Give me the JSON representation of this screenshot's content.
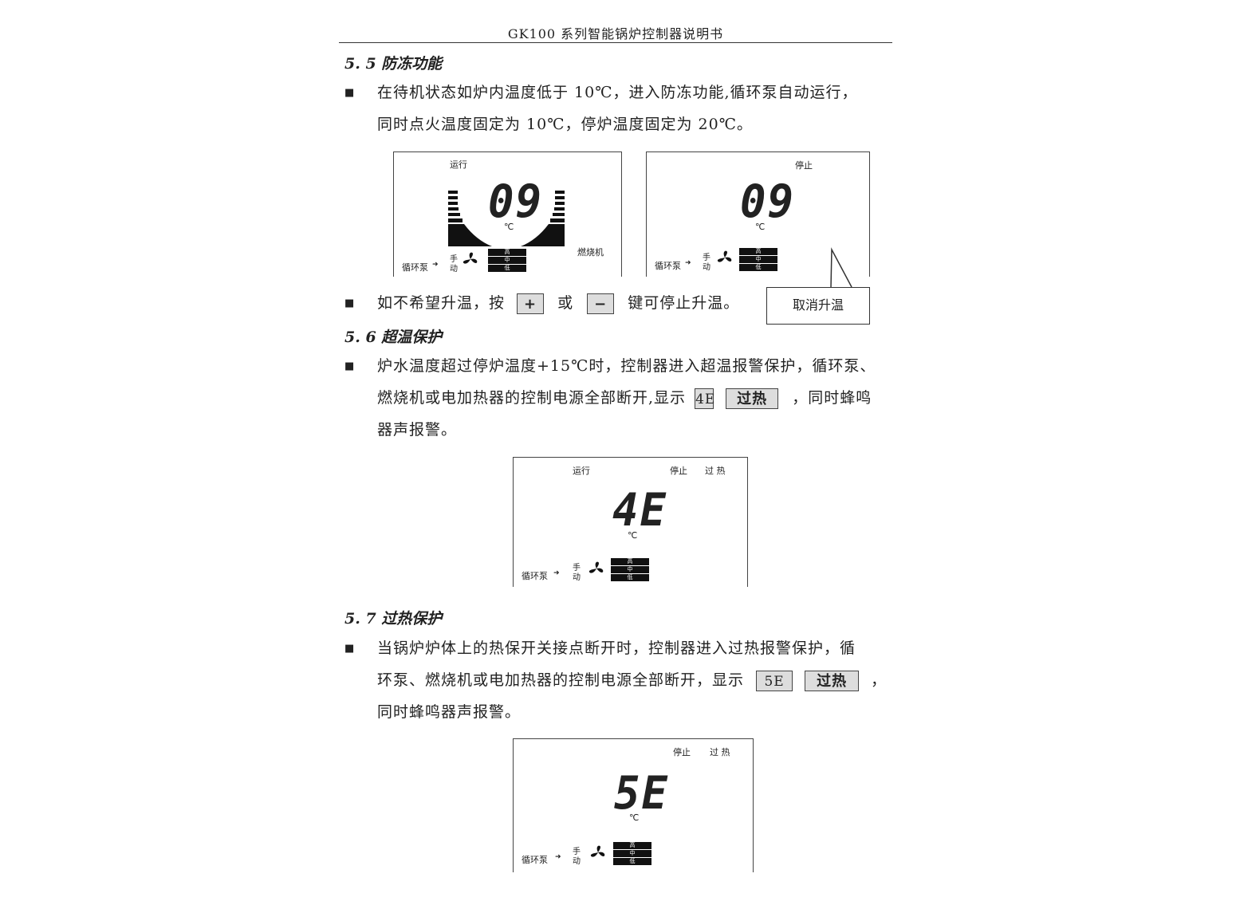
{
  "header": {
    "title": "GK100 系列智能锅炉控制器说明书"
  },
  "bullet_symbol": "■",
  "fan_icon": "fan-icon",
  "sections": {
    "s55": {
      "heading": "5. 5 防冻功能",
      "p1_line1": "在待机状态如炉内温度低于 10℃，进入防冻功能,循环泵自动运行，",
      "p1_line2": "同时点火温度固定为 10℃，停炉温度固定为 20℃。",
      "p2_a": "如不希望升温，按",
      "p2_key_plus": "+",
      "p2_or": "或",
      "p2_key_minus": "−",
      "p2_b": "键可停止升温。",
      "callout": "取消升温"
    },
    "s56": {
      "heading": "5. 6 超温保护",
      "line1": "炉水温度超过停炉温度+15℃时，控制器进入超温报警保护，循环泵、",
      "line2_a": "燃烧机或电加热器的控制电源全部断开,显示",
      "code": "4E",
      "key_label": "过热",
      "line2_b": "，同时蜂鸣",
      "line3": "器声报警。"
    },
    "s57": {
      "heading": "5. 7 过热保护",
      "line1": "当锅炉炉体上的热保开关接点断开时，控制器进入过热报警保护，循",
      "line2_a": "环泵、燃烧机或电加热器的控制电源全部断开，显示",
      "code": "5E",
      "key_label": "过热",
      "line2_b": "，",
      "line3": "同时蜂鸣器声报警。"
    }
  },
  "lcd": {
    "d1": {
      "top_label": "运行",
      "digits": "09",
      "unit": "℃",
      "pump": "循环泵",
      "manual_1": "手",
      "manual_2": "动",
      "burner": "燃烧机",
      "levels": [
        "高",
        "中",
        "低"
      ]
    },
    "d2": {
      "top_label": "停止",
      "digits": "09",
      "unit": "℃",
      "pump": "循环泵",
      "manual_1": "手",
      "manual_2": "动",
      "levels": [
        "高",
        "中",
        "低"
      ]
    },
    "d3": {
      "top_label_1": "运行",
      "top_label_2": "停止",
      "top_label_3": "过 热",
      "digits": "4E",
      "unit": "℃",
      "pump": "循环泵",
      "manual_1": "手",
      "manual_2": "动",
      "levels": [
        "高",
        "中",
        "低"
      ]
    },
    "d4": {
      "top_label_2": "停止",
      "top_label_3": "过 热",
      "digits": "5E",
      "unit": "℃",
      "pump": "循环泵",
      "manual_1": "手",
      "manual_2": "动",
      "levels": [
        "高",
        "中",
        "低"
      ]
    }
  }
}
